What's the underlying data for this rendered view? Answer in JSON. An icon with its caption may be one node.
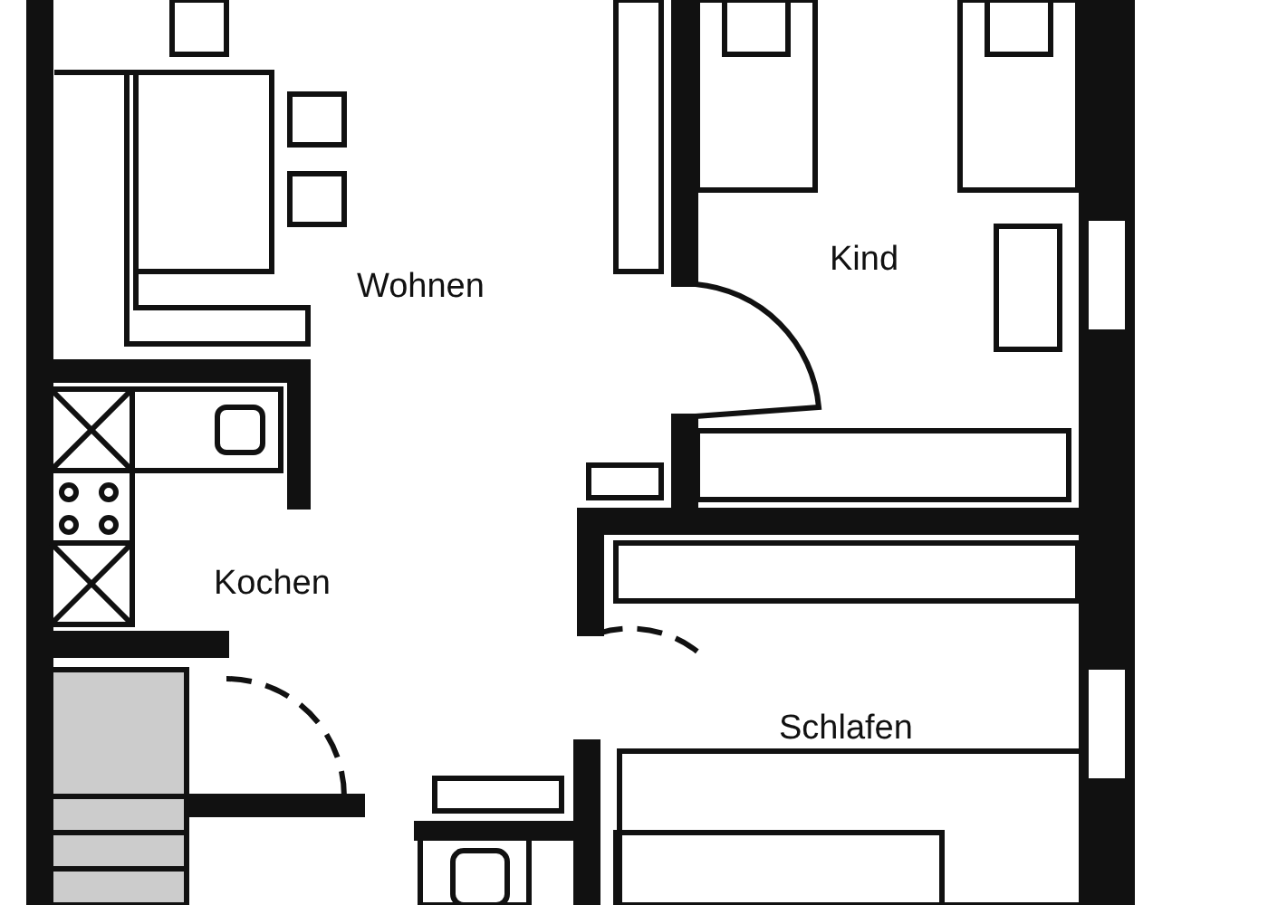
{
  "diagram": {
    "labels": [
      "Wohnen",
      "Kind",
      "Kochen",
      "Schlafen"
    ]
  }
}
